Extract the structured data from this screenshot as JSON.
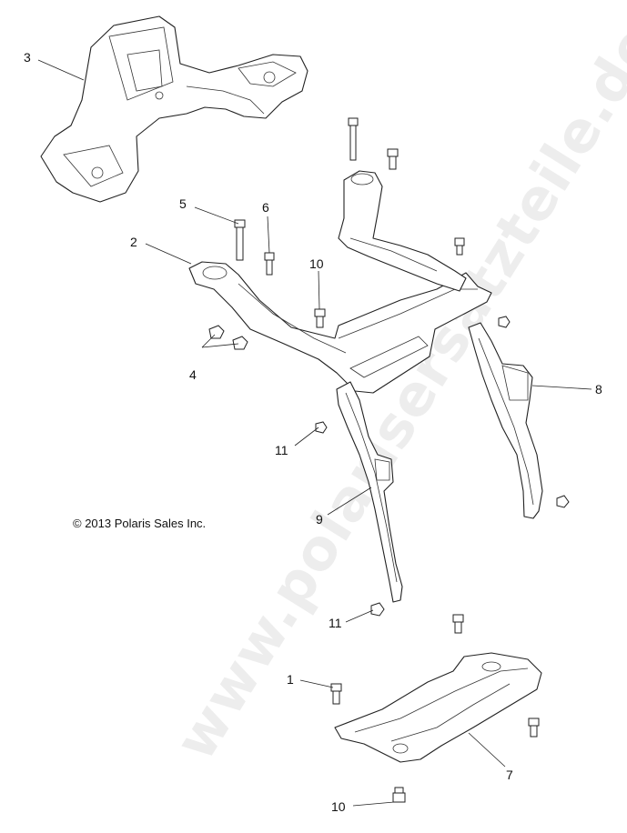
{
  "copyright": "© 2013 Polaris Sales Inc.",
  "watermark": "www.polarisersatzteile.de",
  "callouts": {
    "c1": "1",
    "c2": "2",
    "c3": "3",
    "c4": "4",
    "c5": "5",
    "c6": "6",
    "c7": "7",
    "c8": "8",
    "c9": "9",
    "c10a": "10",
    "c10b": "10",
    "c11a": "11",
    "c11b": "11"
  }
}
